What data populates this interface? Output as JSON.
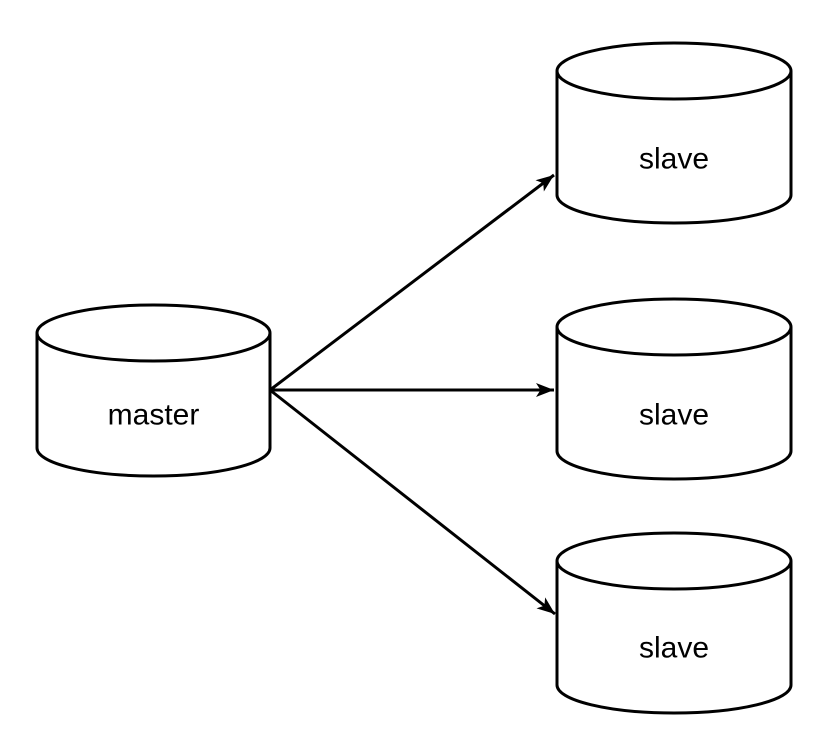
{
  "diagram": {
    "type": "topology",
    "colors": {
      "background": "#ffffff",
      "line": "#000000",
      "shape_fill": "#ffffff",
      "text": "#000000"
    },
    "nodes": [
      {
        "id": "master",
        "label": "master",
        "shape": "cylinder"
      },
      {
        "id": "slave-1",
        "label": "slave",
        "shape": "cylinder"
      },
      {
        "id": "slave-2",
        "label": "slave",
        "shape": "cylinder"
      },
      {
        "id": "slave-3",
        "label": "slave",
        "shape": "cylinder"
      }
    ],
    "edges": [
      {
        "from": "master",
        "to": "slave-1",
        "arrow": "filled-triangle"
      },
      {
        "from": "master",
        "to": "slave-2",
        "arrow": "filled-triangle"
      },
      {
        "from": "master",
        "to": "slave-3",
        "arrow": "filled-triangle"
      }
    ]
  }
}
